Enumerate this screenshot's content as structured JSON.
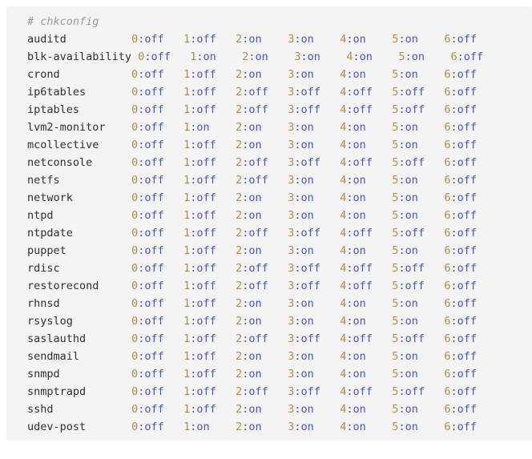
{
  "block": {
    "name": "chkconfig-output-block",
    "comment": "# chkconfig",
    "columns": [
      "0",
      "1",
      "2",
      "3",
      "4",
      "5",
      "6"
    ],
    "colors": {
      "background": "#f4f4f5",
      "page_background": "#ffffff",
      "comment": "#999999",
      "service_name": "#2f2f2f",
      "runlevel_number": "#b58b46",
      "runlevel_state": "#4455c4"
    },
    "name_field_width": 16,
    "rows": [
      {
        "service": "auditd",
        "states": [
          "off",
          "off",
          "on",
          "on",
          "on",
          "on",
          "off"
        ]
      },
      {
        "service": "blk-availability",
        "states": [
          "off",
          "on",
          "on",
          "on",
          "on",
          "on",
          "off"
        ]
      },
      {
        "service": "crond",
        "states": [
          "off",
          "off",
          "on",
          "on",
          "on",
          "on",
          "off"
        ]
      },
      {
        "service": "ip6tables",
        "states": [
          "off",
          "off",
          "off",
          "off",
          "off",
          "off",
          "off"
        ]
      },
      {
        "service": "iptables",
        "states": [
          "off",
          "off",
          "off",
          "off",
          "off",
          "off",
          "off"
        ]
      },
      {
        "service": "lvm2-monitor",
        "states": [
          "off",
          "on",
          "on",
          "on",
          "on",
          "on",
          "off"
        ]
      },
      {
        "service": "mcollective",
        "states": [
          "off",
          "off",
          "on",
          "on",
          "on",
          "on",
          "off"
        ]
      },
      {
        "service": "netconsole",
        "states": [
          "off",
          "off",
          "off",
          "off",
          "off",
          "off",
          "off"
        ]
      },
      {
        "service": "netfs",
        "states": [
          "off",
          "off",
          "off",
          "on",
          "on",
          "on",
          "off"
        ]
      },
      {
        "service": "network",
        "states": [
          "off",
          "off",
          "on",
          "on",
          "on",
          "on",
          "off"
        ]
      },
      {
        "service": "ntpd",
        "states": [
          "off",
          "off",
          "on",
          "on",
          "on",
          "on",
          "off"
        ]
      },
      {
        "service": "ntpdate",
        "states": [
          "off",
          "off",
          "off",
          "off",
          "off",
          "off",
          "off"
        ]
      },
      {
        "service": "puppet",
        "states": [
          "off",
          "off",
          "on",
          "on",
          "on",
          "on",
          "off"
        ]
      },
      {
        "service": "rdisc",
        "states": [
          "off",
          "off",
          "off",
          "off",
          "off",
          "off",
          "off"
        ]
      },
      {
        "service": "restorecond",
        "states": [
          "off",
          "off",
          "off",
          "off",
          "off",
          "off",
          "off"
        ]
      },
      {
        "service": "rhnsd",
        "states": [
          "off",
          "off",
          "on",
          "on",
          "on",
          "on",
          "off"
        ]
      },
      {
        "service": "rsyslog",
        "states": [
          "off",
          "off",
          "on",
          "on",
          "on",
          "on",
          "off"
        ]
      },
      {
        "service": "saslauthd",
        "states": [
          "off",
          "off",
          "off",
          "off",
          "off",
          "off",
          "off"
        ]
      },
      {
        "service": "sendmail",
        "states": [
          "off",
          "off",
          "on",
          "on",
          "on",
          "on",
          "off"
        ]
      },
      {
        "service": "snmpd",
        "states": [
          "off",
          "off",
          "on",
          "on",
          "on",
          "on",
          "off"
        ]
      },
      {
        "service": "snmptrapd",
        "states": [
          "off",
          "off",
          "off",
          "off",
          "off",
          "off",
          "off"
        ]
      },
      {
        "service": "sshd",
        "states": [
          "off",
          "off",
          "on",
          "on",
          "on",
          "on",
          "off"
        ]
      },
      {
        "service": "udev-post",
        "states": [
          "off",
          "on",
          "on",
          "on",
          "on",
          "on",
          "off"
        ]
      }
    ]
  }
}
